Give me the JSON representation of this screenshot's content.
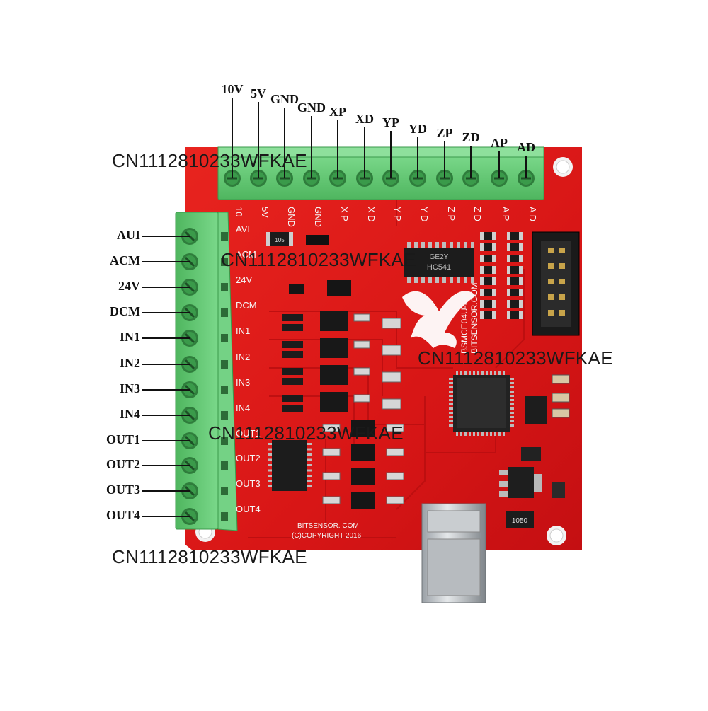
{
  "top_terminals": [
    "10V",
    "5V",
    "GND",
    "GND",
    "XP",
    "XD",
    "YP",
    "YD",
    "ZP",
    "ZD",
    "AP",
    "AD"
  ],
  "top_silk": [
    "10",
    "5V",
    "GND",
    "GND",
    "X P",
    "X D",
    "Y P",
    "Y D",
    "Z P",
    "Z D",
    "A P",
    "A D"
  ],
  "left_terminals": [
    "AUI",
    "ACM",
    "24V",
    "DCM",
    "IN1",
    "IN2",
    "IN3",
    "IN4",
    "OUT1",
    "OUT2",
    "OUT3",
    "OUT4"
  ],
  "left_silk": [
    "AVI",
    "ACM",
    "24V",
    "DCM",
    "IN1",
    "IN2",
    "IN3",
    "IN4",
    "OUT1",
    "OUT2",
    "OUT3",
    "OUT4"
  ],
  "watermark": "CN1112810233WFKAE",
  "board": {
    "model": "BSMCE04U-PP",
    "site": "BITSENSOR.COM",
    "footer_site": "BITSENSOR. COM",
    "copyright": "(C)COPYRIGHT 2016",
    "chip_code1": "GE2Y",
    "chip_code2": "HC541",
    "inductor_code": "1050",
    "res_code": "105"
  },
  "colors": {
    "board": "#e11b1b",
    "terminal": "#58c46a",
    "screw": "#2f7d3c"
  }
}
